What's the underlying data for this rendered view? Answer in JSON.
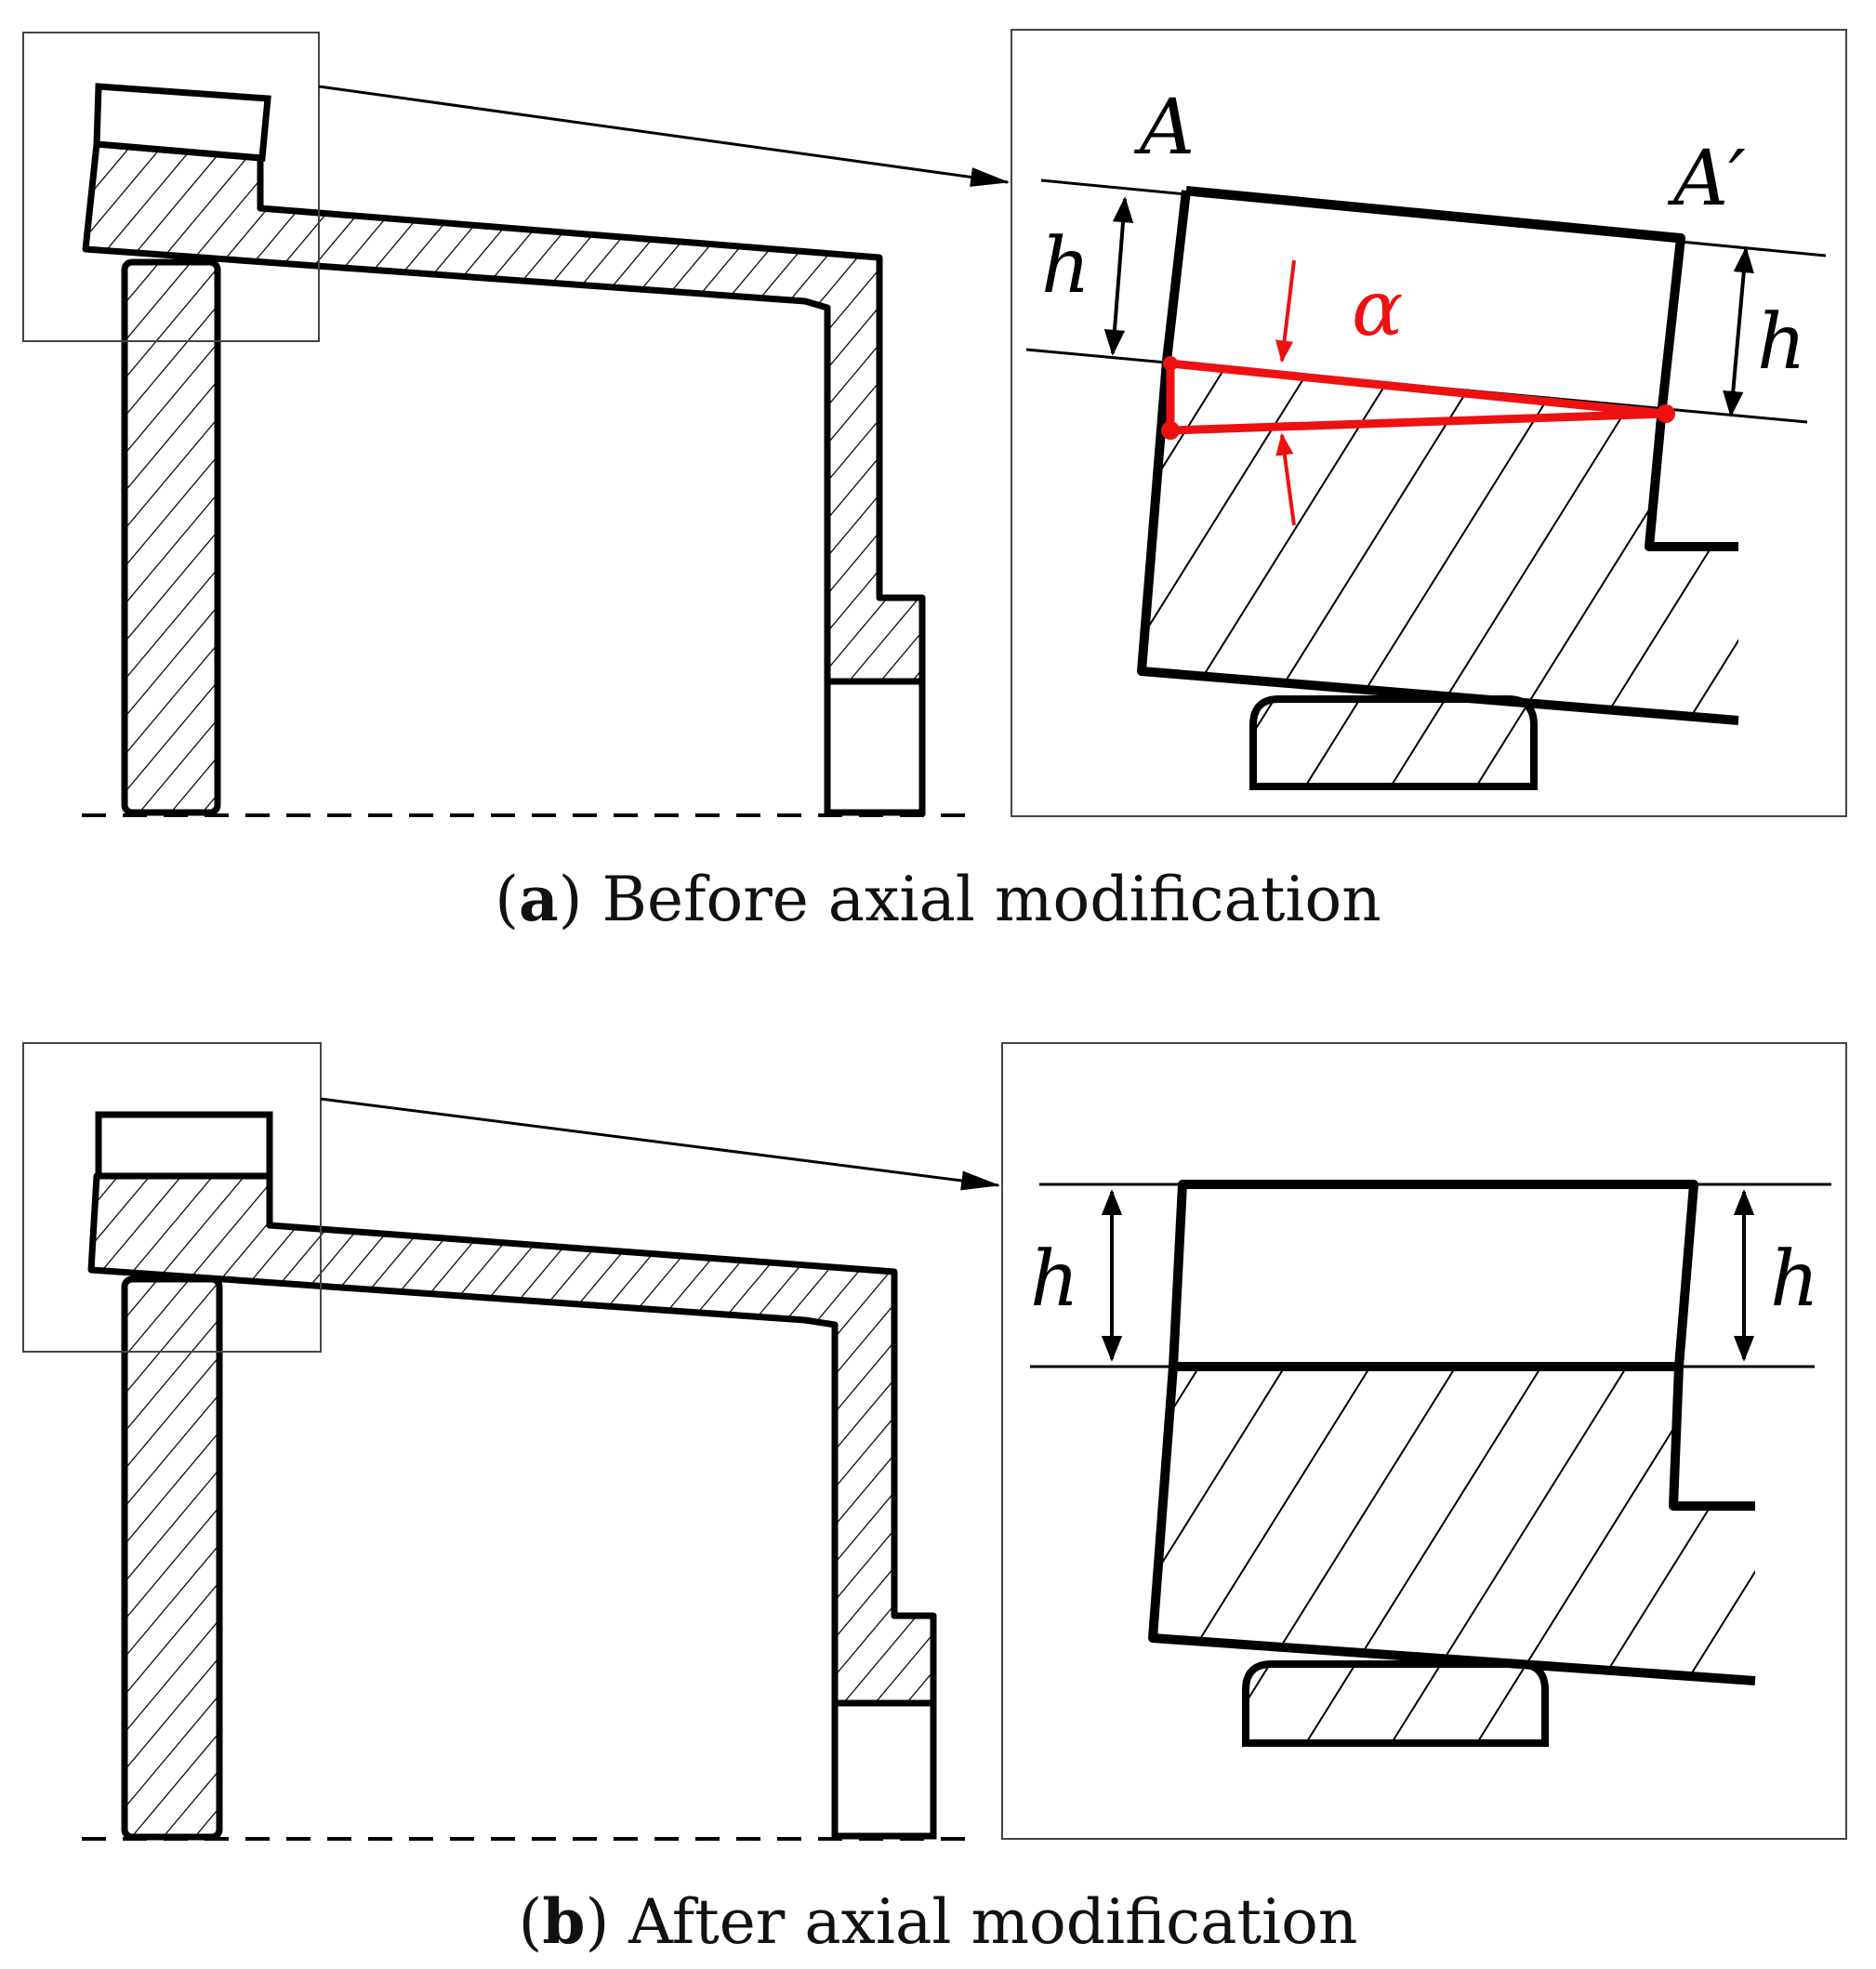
{
  "figure": {
    "panel_a": {
      "caption_letter": "a",
      "caption_text": "Before axial modification",
      "labels": {
        "point_a": "A",
        "point_a_prime": "A′",
        "height_left": "h",
        "height_right": "h",
        "angle": "α"
      }
    },
    "panel_b": {
      "caption_letter": "b",
      "caption_text": "After axial modification",
      "labels": {
        "height_left": "h",
        "height_right": "h"
      }
    },
    "colors": {
      "outline": "#000000",
      "highlight": "#ee1111",
      "inset_frame": "#444444"
    }
  }
}
